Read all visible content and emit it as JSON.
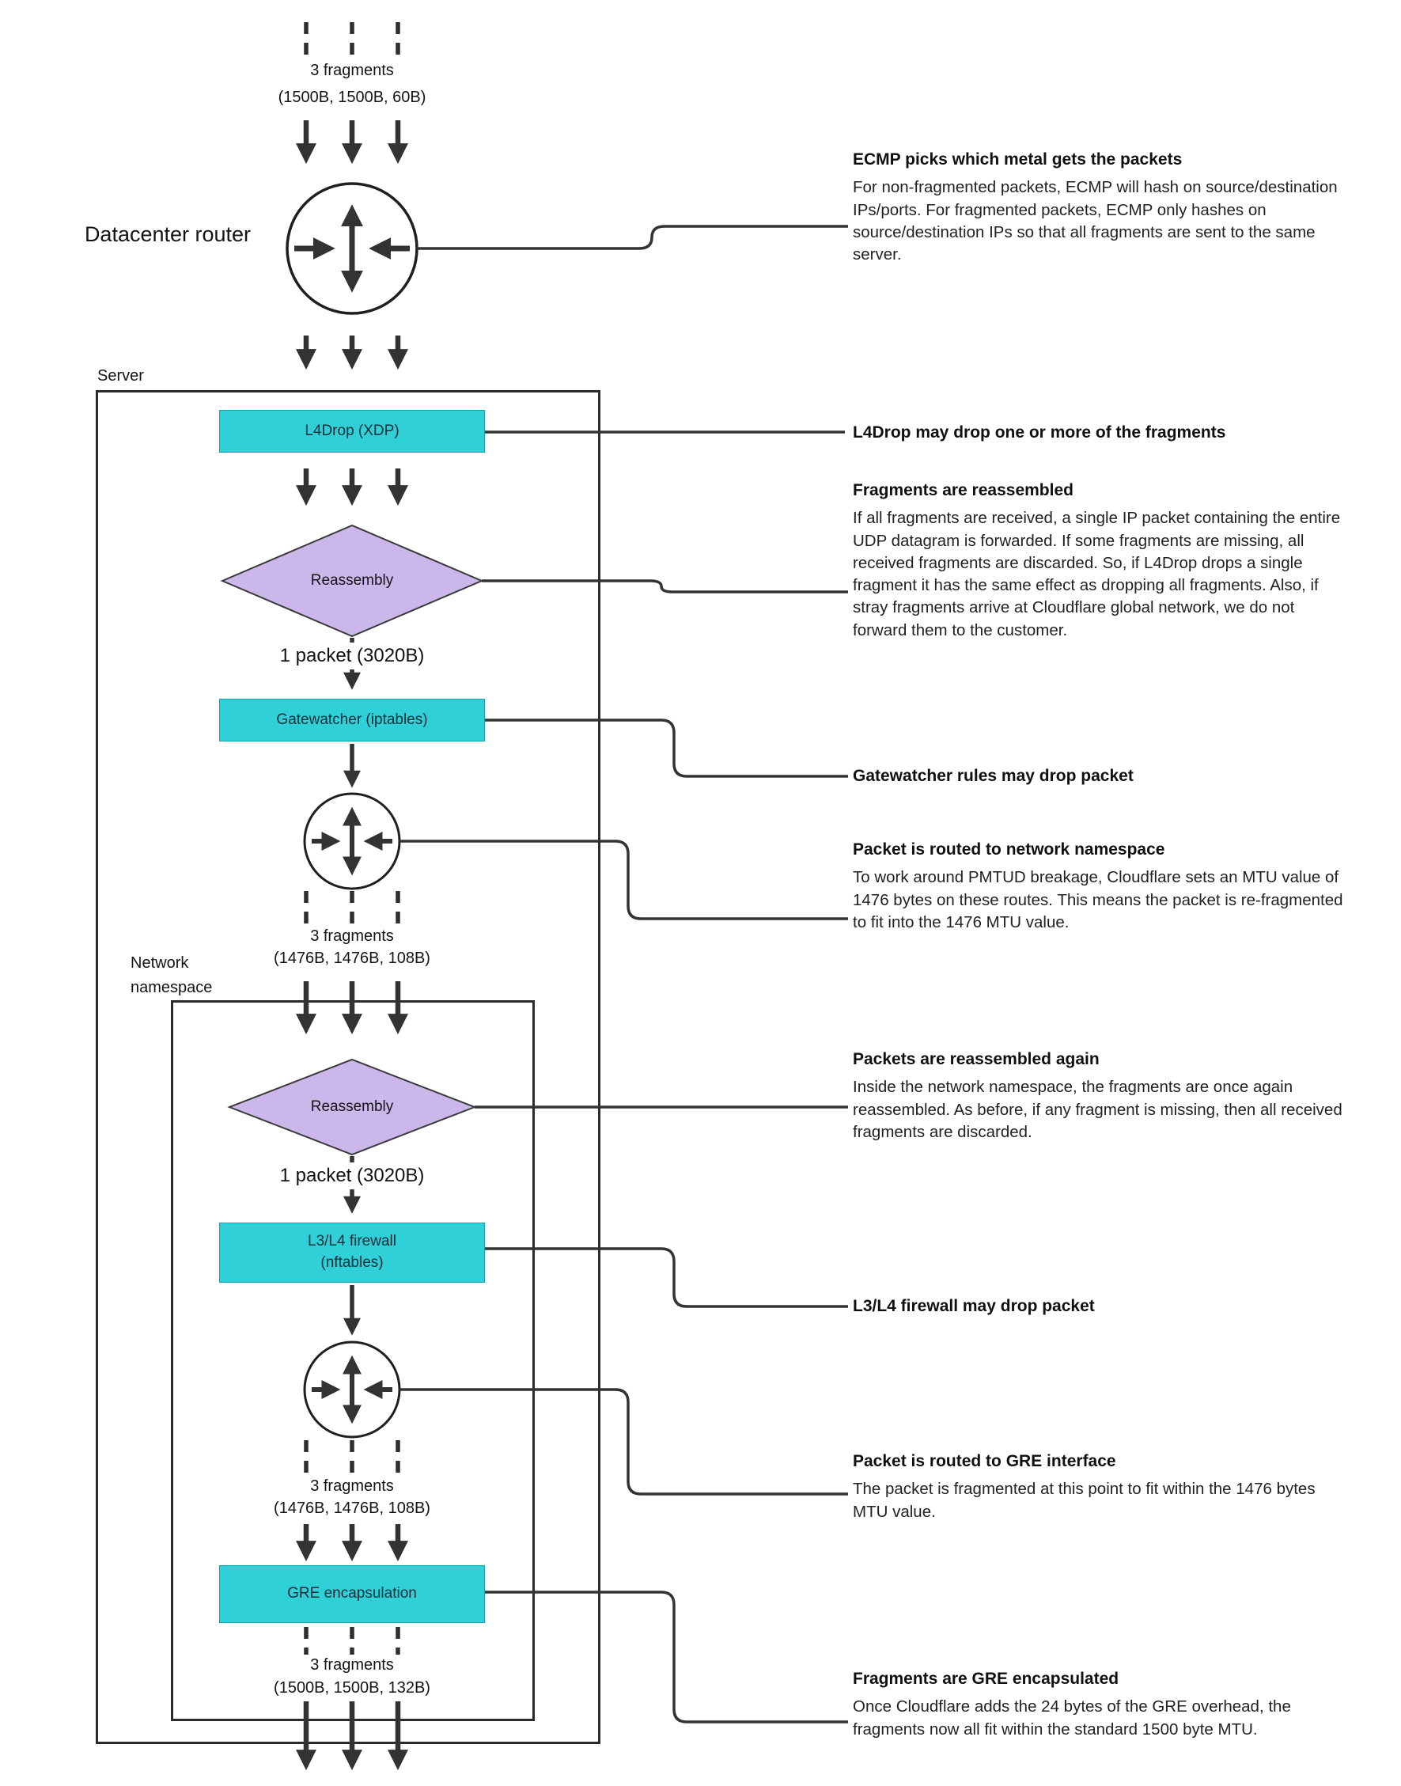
{
  "colors": {
    "cyan": "#2FD0D8",
    "purple": "#CBB7EA",
    "line": "#333333"
  },
  "flow": {
    "top_fragments_line1": "3 fragments",
    "top_fragments_line2": "(1500B, 1500B, 60B)",
    "datacenter_router": "Datacenter router",
    "server": "Server",
    "l4drop": "L4Drop (XDP)",
    "reassembly_1": "Reassembly",
    "packet_1": "1 packet (3020B)",
    "gatewatcher": "Gatewatcher (iptables)",
    "ns_fragments_line1": "3 fragments",
    "ns_fragments_line2": "(1476B, 1476B, 108B)",
    "network_namespace": "Network namespace",
    "reassembly_2": "Reassembly",
    "packet_2": "1 packet (3020B)",
    "firewall_line1": "L3/L4 firewall",
    "firewall_line2": "(nftables)",
    "gre_fragments_line1": "3 fragments",
    "gre_fragments_line2": "(1476B, 1476B, 108B)",
    "gre": "GRE encapsulation",
    "out_fragments_line1": "3 fragments",
    "out_fragments_line2": "(1500B, 1500B, 132B)"
  },
  "annotations": {
    "ecmp": {
      "title": "ECMP picks which metal gets the packets",
      "body": "For non-fragmented packets, ECMP will hash on source/destination IPs/ports. For fragmented packets, ECMP only hashes on source/destination IPs so that all fragments are sent to the same server."
    },
    "l4drop": {
      "title": "L4Drop may drop one or more of the fragments"
    },
    "reassembly": {
      "title": "Fragments are reassembled",
      "body": "If all fragments are received, a single IP packet containing the entire UDP datagram is forwarded. If some fragments are missing, all received fragments are discarded. So, if L4Drop drops a single fragment it has the same effect as dropping all fragments. Also, if stray fragments arrive at Cloudflare global network, we do not forward them to the customer."
    },
    "gatewatcher": {
      "title": "Gatewatcher rules may drop packet"
    },
    "netns_route": {
      "title": "Packet is routed to network namespace",
      "body": "To work around PMTUD breakage, Cloudflare sets an MTU value of 1476 bytes on these routes. This means the packet is re-fragmented to fit into the 1476 MTU value."
    },
    "reassembly_again": {
      "title": "Packets are reassembled again",
      "body": "Inside the network namespace, the fragments are once again reassembled. As before, if any fragment is missing, then all received fragments are discarded."
    },
    "firewall": {
      "title": "L3/L4 firewall may drop packet"
    },
    "gre_route": {
      "title": "Packet is routed to GRE interface",
      "body": "The packet is fragmented at this point to fit within the 1476 bytes MTU value."
    },
    "gre_encap": {
      "title": "Fragments are GRE encapsulated",
      "body": "Once Cloudflare adds the 24 bytes of the GRE overhead, the fragments now all fit within the standard 1500 byte MTU."
    }
  },
  "icons": {
    "router": "router-icon",
    "fragments": "fragment-dashes-icon",
    "flow_arrow": "down-arrow-icon"
  }
}
